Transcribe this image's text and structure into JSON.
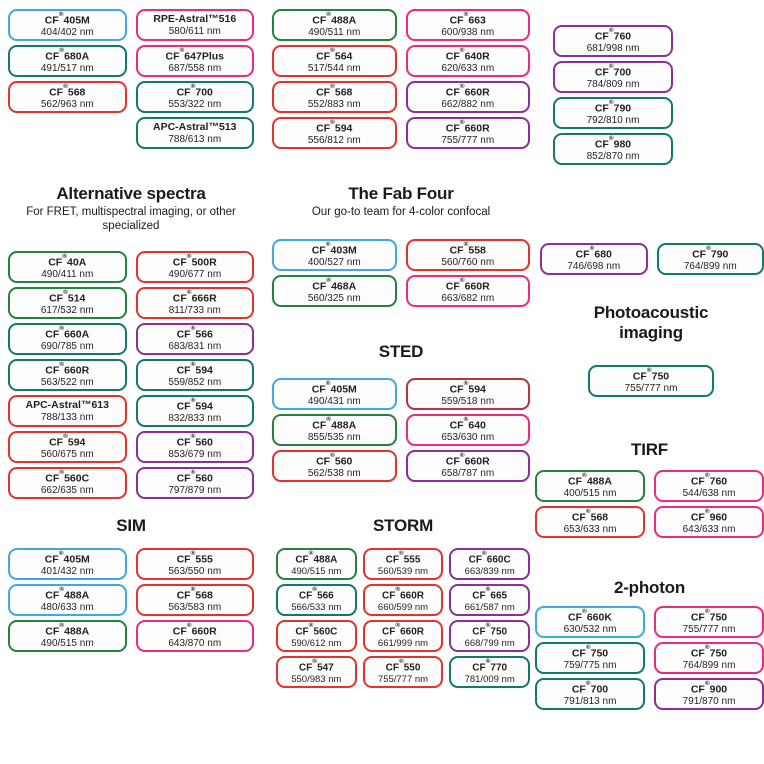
{
  "page": {
    "background": "#ffffff"
  },
  "colors": {
    "blue": "#3FA9E1",
    "green": "#27813E",
    "teal": "#12796C",
    "red": "#E2342C",
    "pink": "#EA2B82",
    "darkred": "#B5343F",
    "purple": "#8B3094"
  },
  "sections": [
    {
      "id": "group-nuv",
      "title": null,
      "subtitle": null,
      "columns": [
        [
          {
            "name": "CF®405M",
            "nm": "404/402 nm",
            "color": "blue"
          },
          {
            "name": "CF®680A",
            "nm": "491/517 nm",
            "color": "teal"
          },
          {
            "name": "CF®568",
            "nm": "562/963 nm",
            "color": "red"
          }
        ],
        [
          {
            "name": "RPE-Astral™516",
            "nm": "580/611 nm",
            "color": "pink"
          },
          {
            "name": "CF®647Plus",
            "nm": "687/558 nm",
            "color": "pink"
          },
          {
            "name": "CF®700",
            "nm": "553/322 nm",
            "color": "teal"
          },
          {
            "name": "APC-Astral™513",
            "nm": "788/613 nm",
            "color": "teal"
          }
        ]
      ]
    },
    {
      "id": "group-vis",
      "title": null,
      "subtitle": null,
      "columns": [
        [
          {
            "name": "CF®488A",
            "nm": "490/511 nm",
            "color": "green"
          },
          {
            "name": "CF®564",
            "nm": "517/544 nm",
            "color": "red"
          },
          {
            "name": "CF®568",
            "nm": "552/883 nm",
            "color": "red"
          },
          {
            "name": "CF®594",
            "nm": "556/812 nm",
            "color": "red"
          }
        ],
        [
          {
            "name": "CF®663",
            "nm": "600/938 nm",
            "color": "pink"
          },
          {
            "name": "CF®640R",
            "nm": "620/633 nm",
            "color": "pink"
          },
          {
            "name": "CF®660R",
            "nm": "662/882 nm",
            "color": "purple"
          },
          {
            "name": "CF®660R",
            "nm": "755/777 nm",
            "color": "purple"
          }
        ]
      ]
    },
    {
      "id": "group-nir",
      "title": null,
      "subtitle": null,
      "columns": [
        [
          {
            "name": "CF®760",
            "nm": "681/998 nm",
            "color": "purple"
          },
          {
            "name": "CF®700",
            "nm": "784/809 nm",
            "color": "purple"
          },
          {
            "name": "CF®790",
            "nm": "792/810 nm",
            "color": "teal"
          },
          {
            "name": "CF®980",
            "nm": "852/870 nm",
            "color": "teal"
          }
        ]
      ]
    },
    {
      "id": "alt",
      "title": "Alternative spectra",
      "subtitle": "For FRET, multispectral imaging, or other specialized",
      "columns": [
        [
          {
            "name": "CF®40A",
            "nm": "490/411 nm",
            "color": "green"
          },
          {
            "name": "CF®514",
            "nm": "617/532 nm",
            "color": "green"
          },
          {
            "name": "CF®660A",
            "nm": "690/785 nm",
            "color": "teal"
          },
          {
            "name": "CF®660R",
            "nm": "563/522 nm",
            "color": "teal"
          },
          {
            "name": "APC-Astral™613",
            "nm": "788/133 nm",
            "color": "red"
          },
          {
            "name": "CF®594",
            "nm": "560/675 nm",
            "color": "red"
          },
          {
            "name": "CF®560C",
            "nm": "662/635 nm",
            "color": "red"
          }
        ],
        [
          {
            "name": "CF®500R",
            "nm": "490/677 nm",
            "color": "red"
          },
          {
            "name": "CF®666R",
            "nm": "811/733 nm",
            "color": "red"
          },
          {
            "name": "CF®566",
            "nm": "683/831 nm",
            "color": "purple"
          },
          {
            "name": "CF®594",
            "nm": "559/852 nm",
            "color": "teal"
          },
          {
            "name": "CF®594",
            "nm": "832/833 nm",
            "color": "teal"
          },
          {
            "name": "CF®560",
            "nm": "853/679 nm",
            "color": "purple"
          },
          {
            "name": "CF®560",
            "nm": "797/879 nm",
            "color": "purple"
          }
        ]
      ]
    },
    {
      "id": "fab",
      "title": "The Fab Four",
      "subtitle": "Our go-to team for 4-color confocal",
      "columns": [
        [
          {
            "name": "CF®403M",
            "nm": "400/527 nm",
            "color": "blue"
          },
          {
            "name": "CF®468A",
            "nm": "560/325 nm",
            "color": "green"
          }
        ],
        [
          {
            "name": "CF®558",
            "nm": "560/760 nm",
            "color": "red"
          },
          {
            "name": "CF®660R",
            "nm": "663/682 nm",
            "color": "pink"
          }
        ]
      ]
    },
    {
      "id": "sted",
      "title": "STED",
      "subtitle": null,
      "columns": [
        [
          {
            "name": "CF®405M",
            "nm": "490/431 nm",
            "color": "blue"
          },
          {
            "name": "CF®488A",
            "nm": "855/535 nm",
            "color": "green"
          },
          {
            "name": "CF®560",
            "nm": "562/538 nm",
            "color": "red"
          }
        ],
        [
          {
            "name": "CF®594",
            "nm": "559/518 nm",
            "color": "darkred"
          },
          {
            "name": "CF®640",
            "nm": "653/630 nm",
            "color": "pink"
          },
          {
            "name": "CF®660R",
            "nm": "658/787 nm",
            "color": "purple"
          }
        ]
      ]
    },
    {
      "id": "pair",
      "title": null,
      "subtitle": null,
      "columns": [
        [
          {
            "name": "CF®680",
            "nm": "746/698 nm",
            "color": "purple"
          }
        ],
        [
          {
            "name": "CF®790",
            "nm": "764/899 nm",
            "color": "teal"
          }
        ]
      ]
    },
    {
      "id": "photo",
      "title": "Photoacoustic\nimaging",
      "subtitle": null,
      "columns": [
        [
          {
            "name": "CF®750",
            "nm": "755/777 nm",
            "color": "teal"
          }
        ]
      ]
    },
    {
      "id": "tirf",
      "title": "TIRF",
      "subtitle": null,
      "columns": [
        [
          {
            "name": "CF®488A",
            "nm": "400/515 nm",
            "color": "green"
          },
          {
            "name": "CF®568",
            "nm": "653/633 nm",
            "color": "red"
          }
        ],
        [
          {
            "name": "CF®760",
            "nm": "544/638 nm",
            "color": "pink"
          },
          {
            "name": "CF®960",
            "nm": "643/633 nm",
            "color": "pink"
          }
        ]
      ]
    },
    {
      "id": "sim",
      "title": "SIM",
      "subtitle": null,
      "columns": [
        [
          {
            "name": "CF®405M",
            "nm": "401/432 nm",
            "color": "blue"
          },
          {
            "name": "CF®488A",
            "nm": "480/633 nm",
            "color": "blue"
          },
          {
            "name": "CF®488A",
            "nm": "490/515 nm",
            "color": "green"
          }
        ],
        [
          {
            "name": "CF®555",
            "nm": "563/550 nm",
            "color": "red"
          },
          {
            "name": "CF®568",
            "nm": "563/583 nm",
            "color": "red"
          },
          {
            "name": "CF®660R",
            "nm": "643/870 nm",
            "color": "pink"
          }
        ]
      ]
    },
    {
      "id": "storm",
      "title": "STORM",
      "subtitle": null,
      "columns": [
        [
          {
            "name": "CF®488A",
            "nm": "490/515 nm",
            "color": "green"
          },
          {
            "name": "CF®566",
            "nm": "566/533 nm",
            "color": "teal"
          },
          {
            "name": "CF®560C",
            "nm": "590/612 nm",
            "color": "red"
          },
          {
            "name": "CF®547",
            "nm": "550/983 nm",
            "color": "red"
          }
        ],
        [
          {
            "name": "CF®555",
            "nm": "560/539 nm",
            "color": "red"
          },
          {
            "name": "CF®660R",
            "nm": "660/599 nm",
            "color": "red"
          },
          {
            "name": "CF®660R",
            "nm": "661/999 nm",
            "color": "red"
          },
          {
            "name": "CF®550",
            "nm": "755/777 nm",
            "color": "red"
          }
        ],
        [
          {
            "name": "CF®660C",
            "nm": "663/839 nm",
            "color": "purple"
          },
          {
            "name": "CF®665",
            "nm": "661/587 nm",
            "color": "purple"
          },
          {
            "name": "CF®750",
            "nm": "668/799 nm",
            "color": "purple"
          },
          {
            "name": "CF®770",
            "nm": "781/009 nm",
            "color": "teal"
          }
        ]
      ]
    },
    {
      "id": "2p",
      "title": "2-photon",
      "subtitle": null,
      "columns": [
        [
          {
            "name": "CF®660K",
            "nm": "630/532 nm",
            "color": "blue"
          },
          {
            "name": "CF®750",
            "nm": "759/775 nm",
            "color": "teal"
          },
          {
            "name": "CF®700",
            "nm": "791/813 nm",
            "color": "teal"
          }
        ],
        [
          {
            "name": "CF®750",
            "nm": "755/777 nm",
            "color": "pink"
          },
          {
            "name": "CF®750",
            "nm": "764/899 nm",
            "color": "pink"
          },
          {
            "name": "CF®900",
            "nm": "791/870 nm",
            "color": "purple"
          }
        ]
      ]
    }
  ]
}
